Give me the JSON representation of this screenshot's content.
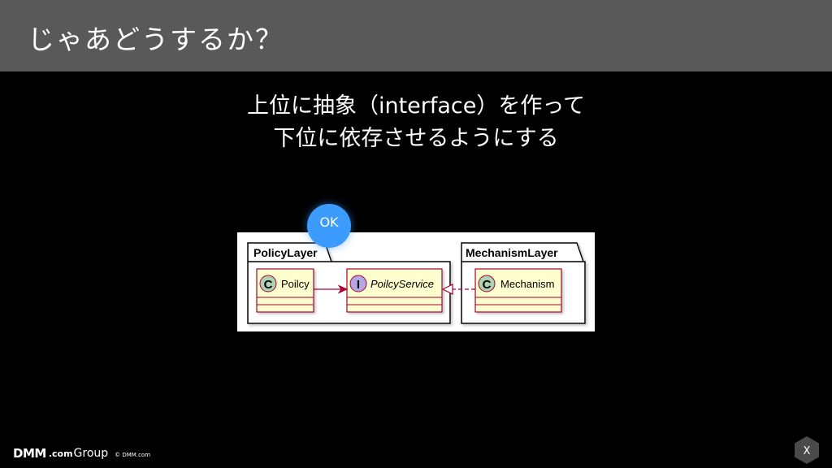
{
  "slide": {
    "title": "じゃあどうするか？",
    "line1": "上位に抽象（interface）を作って",
    "line2": "下位に依存させるようにする"
  },
  "badge": {
    "label": "OK",
    "color": "#3b9bff"
  },
  "diagram": {
    "packages": [
      {
        "name": "PolicyLayer"
      },
      {
        "name": "MechanismLayer"
      }
    ],
    "classes": [
      {
        "stereotype": "C",
        "name": "Poilcy",
        "kind": "class"
      },
      {
        "stereotype": "I",
        "name": "PoilcyService",
        "kind": "interface"
      },
      {
        "stereotype": "C",
        "name": "Mechanism",
        "kind": "class"
      }
    ],
    "relations": [
      {
        "from": "Poilcy",
        "to": "PoilcyService",
        "type": "dependency"
      },
      {
        "from": "Mechanism",
        "to": "PoilcyService",
        "type": "realization"
      }
    ],
    "colors": {
      "class_fill": "#fefece",
      "class_border": "#a80036",
      "class_circle": "#add1b2",
      "interface_circle": "#b4a7e5",
      "arrow": "#a80036",
      "package_fill": "#ffffff",
      "package_border": "#000000"
    }
  },
  "footer": {
    "brand_mark": "DMM",
    "brand_sub": ".com",
    "brand_group": "Group",
    "copyright": "© DMM.com",
    "close_label": "X"
  }
}
